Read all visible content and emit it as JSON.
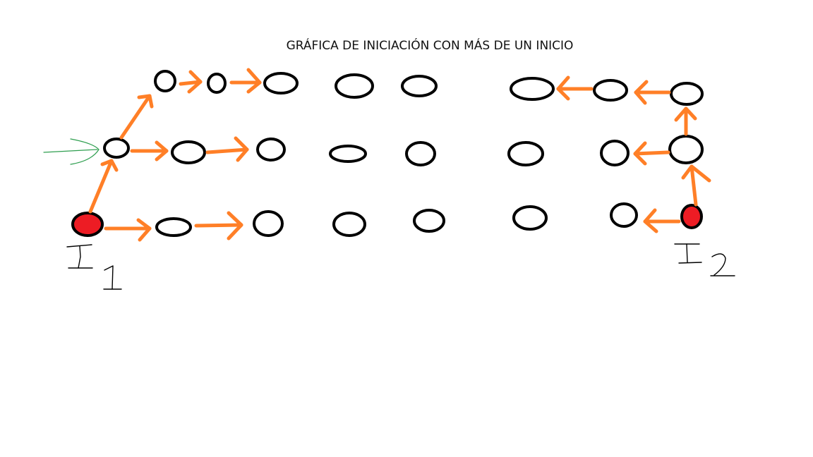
{
  "title": "GRÁFICA DE INICIACIÓN CON MÁS DE UN INICIO",
  "start_labels": [
    "I1",
    "I2"
  ],
  "colors": {
    "node_outline": "#000000",
    "start_node_fill": "#ed1c24",
    "arrow": "#ff7f27",
    "entry_arrow": "#2e9e4f"
  }
}
